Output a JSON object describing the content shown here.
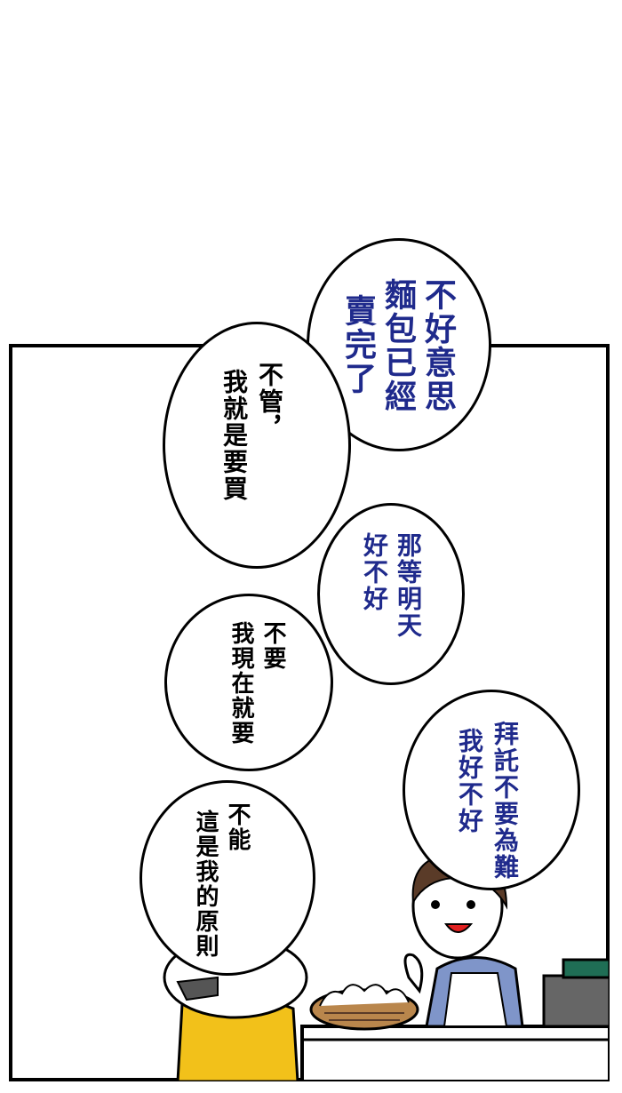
{
  "bubbles": {
    "clerk_sorry": [
      "不好意思",
      "麵包已經",
      "賣完了"
    ],
    "kid_insist": [
      "不管，",
      "我就是要買"
    ],
    "clerk_tomorrow": [
      "那等明天",
      "好不好"
    ],
    "kid_now": [
      "不要",
      "我現在就要"
    ],
    "clerk_please": [
      "拜託不要為難",
      "我好不好"
    ],
    "kid_principle": [
      "不能",
      "這是我的原則"
    ]
  },
  "colors": {
    "clerk_text": "#1f2a8c",
    "kid_text": "#000000",
    "kid_shirt": "#f2c11a",
    "clerk_shirt": "#7f95c9",
    "clerk_hair": "#5a3b28",
    "basket": "#b9864c"
  }
}
